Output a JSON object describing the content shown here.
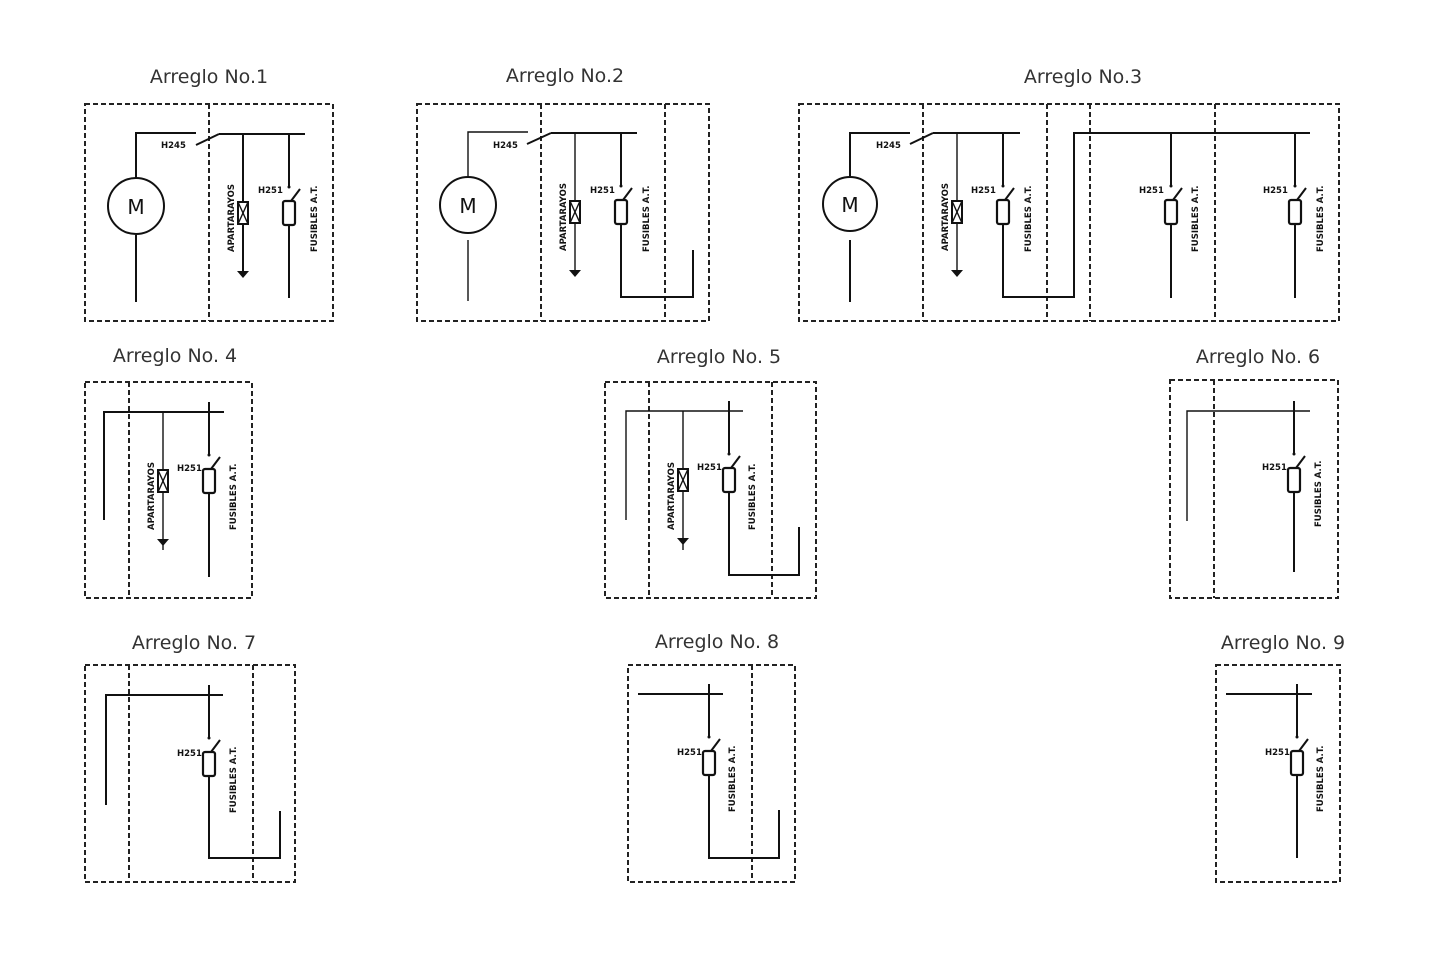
{
  "arrangements": [
    {
      "title": "Arreglo No.1"
    },
    {
      "title": "Arreglo No.2"
    },
    {
      "title": "Arreglo No.3"
    },
    {
      "title": "Arreglo No. 4"
    },
    {
      "title": "Arreglo No. 5"
    },
    {
      "title": "Arreglo No. 6"
    },
    {
      "title": "Arreglo No. 7"
    },
    {
      "title": "Arreglo No. 8"
    },
    {
      "title": "Arreglo No. 9"
    }
  ],
  "labels": {
    "switch": "H245",
    "fuse_switch": "H251",
    "surge_arrester": "APARTARAYOS",
    "fuses": "FUSIBLES A.T.",
    "motor": "M"
  }
}
